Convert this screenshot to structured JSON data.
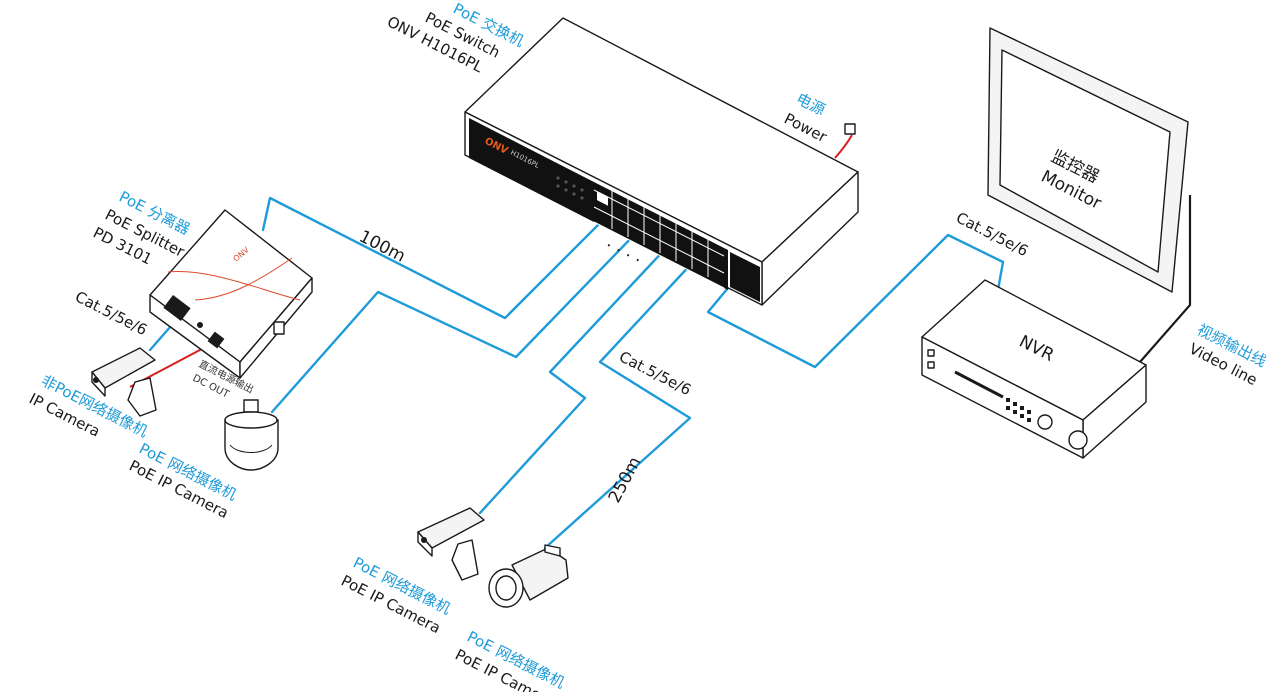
{
  "switch": {
    "label_cn": "PoE 交换机",
    "label_en": "PoE  Switch",
    "model": "ONV H1016PL",
    "brand": "ONV",
    "panel_model": "H1016PL"
  },
  "power": {
    "label_cn": "电源",
    "label_en": "Power"
  },
  "monitor": {
    "label_cn": "监控器",
    "label_en": "Monitor"
  },
  "nvr": {
    "label": "NVR"
  },
  "video_line": {
    "label_cn": "视频输出线",
    "label_en": "Video line"
  },
  "splitter": {
    "label_cn": "PoE 分离器",
    "label_en": "PoE Splitter",
    "model": "PD 3101",
    "brand": "ONV",
    "dc_out_cn": "直流电源输出",
    "dc_out_en": "DC OUT"
  },
  "cables": {
    "splitter_run": "100m",
    "long_run": "250m",
    "cat_nvr": "Cat.5/5e/6",
    "cat_cameras": "Cat.5/5e/6",
    "cat_splitter": "Cat.5/5e/6",
    "dots": ". . . ."
  },
  "cameras": {
    "non_poe": {
      "label_cn": "非PoE网络摄像机",
      "label_en": "IP Camera"
    },
    "speed_dome": {
      "label_cn": "PoE 网络摄像机",
      "label_en": "PoE IP Camera"
    },
    "box": {
      "label_cn": "PoE 网络摄像机",
      "label_en": "PoE IP Camera"
    },
    "bullet": {
      "label_cn": "PoE 网络摄像机",
      "label_en": "PoE IP Camera"
    }
  },
  "colors": {
    "cable": "#1e9bd8",
    "label_accent": "#1f9bd8",
    "power_line": "#d42020",
    "outline": "#1a1a1a"
  }
}
